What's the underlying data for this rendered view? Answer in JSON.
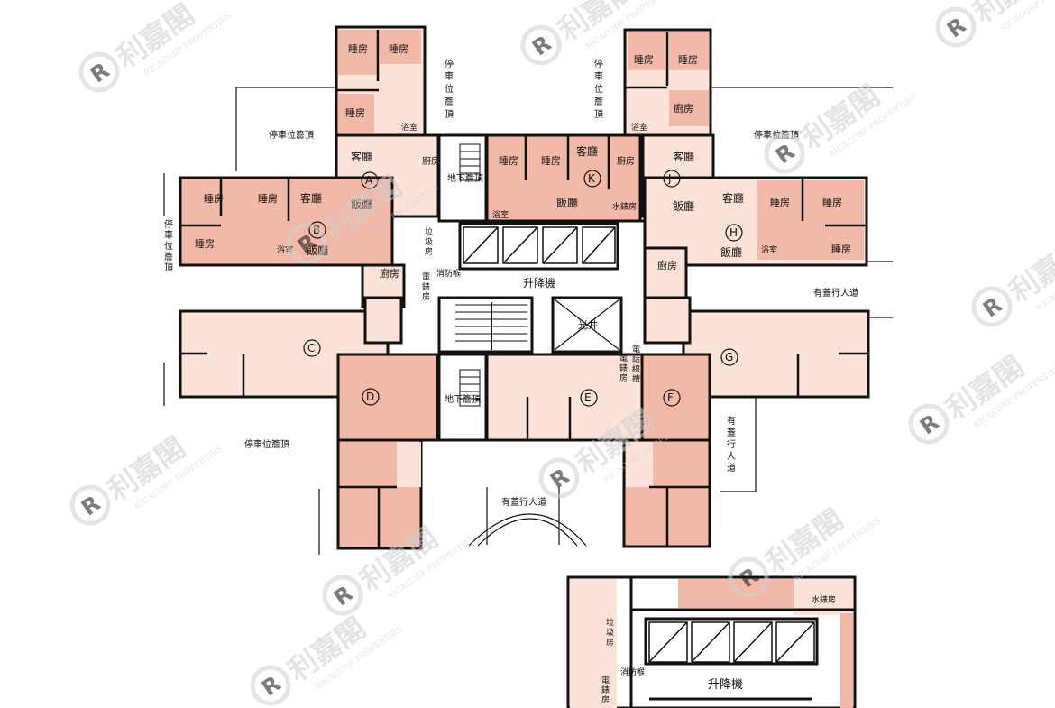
{
  "colors": {
    "dark_unit": "#f2b8a8",
    "light_unit": "#fbe3d9",
    "core": "#ffffff",
    "wall": "#111111",
    "watermark": "#d0d0d0"
  },
  "watermark": {
    "brand": "利嘉閣",
    "english": "RICACORP PROPERTIES",
    "icon": "registered-logo-icon"
  },
  "units": {
    "A": "A",
    "B": "B",
    "C": "C",
    "D": "D",
    "E": "E",
    "F": "F",
    "G": "G",
    "H": "H",
    "J": "J",
    "K": "K"
  },
  "rooms": {
    "bedroom": "睡房",
    "living": "客廳",
    "dining": "飯廳",
    "kitchen": "廚房",
    "bathroom": "浴室"
  },
  "labels": {
    "carpark_roof": "停車位簷頂",
    "carpark_roof_v": "停車位簷頂",
    "basement_roof": "地下簷頂",
    "lift": "升降機",
    "lightwell": "光井",
    "refuse_room": "垃圾房",
    "fire_hose": "消防喉",
    "meter_room": "電錶房",
    "water_meter_room": "水錶房",
    "phone_duct": "電話線槽",
    "covered_walkway": "有蓋行人道"
  }
}
